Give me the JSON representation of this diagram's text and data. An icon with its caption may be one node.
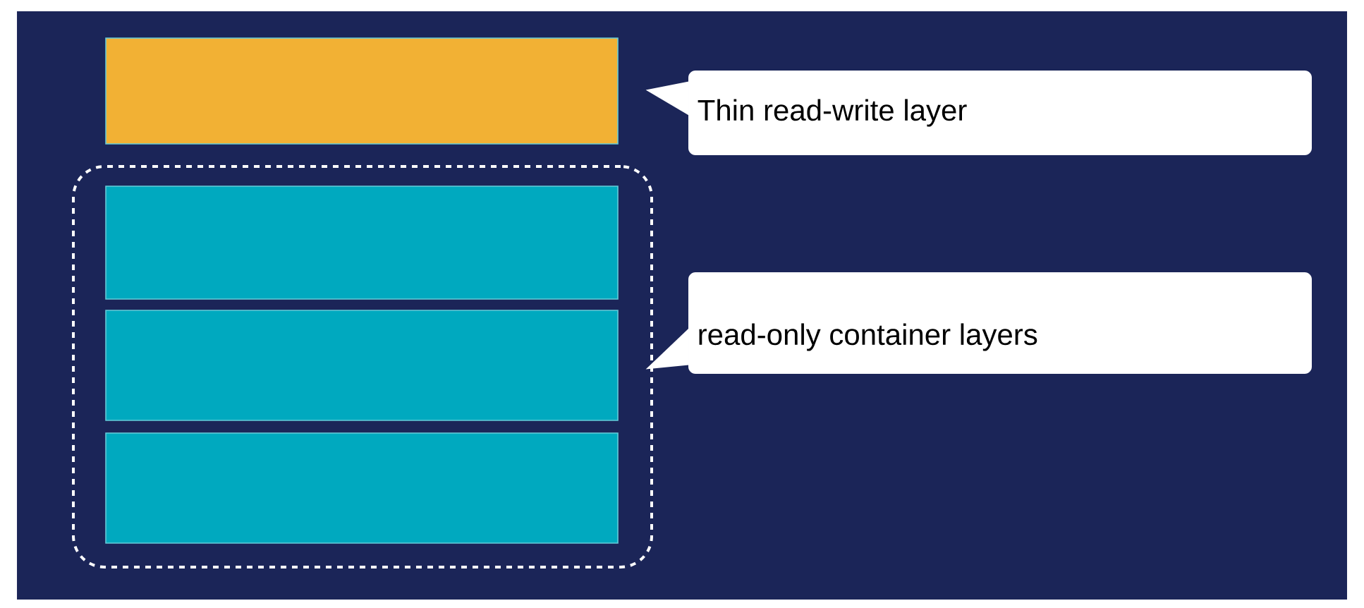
{
  "diagram": {
    "nodes": [
      {
        "text": [],
        "shape": "box"
      },
      {
        "text": [],
        "shape": "box"
      },
      {
        "text": [],
        "shape": "box",
        "in": 1
      },
      {
        "text": [],
        "shape": "box",
        "in": 1
      },
      {
        "text": [],
        "shape": "box",
        "in": 1
      },
      {
        "text": [
          "Thin read-write layer"
        ]
      },
      {
        "text": [
          "read-only container layers"
        ]
      }
    ],
    "edges": [
      {
        "from": 5,
        "to": 0,
        "arrow": "to"
      },
      {
        "from": 6,
        "to": 1,
        "arrow": "to"
      }
    ]
  }
}
